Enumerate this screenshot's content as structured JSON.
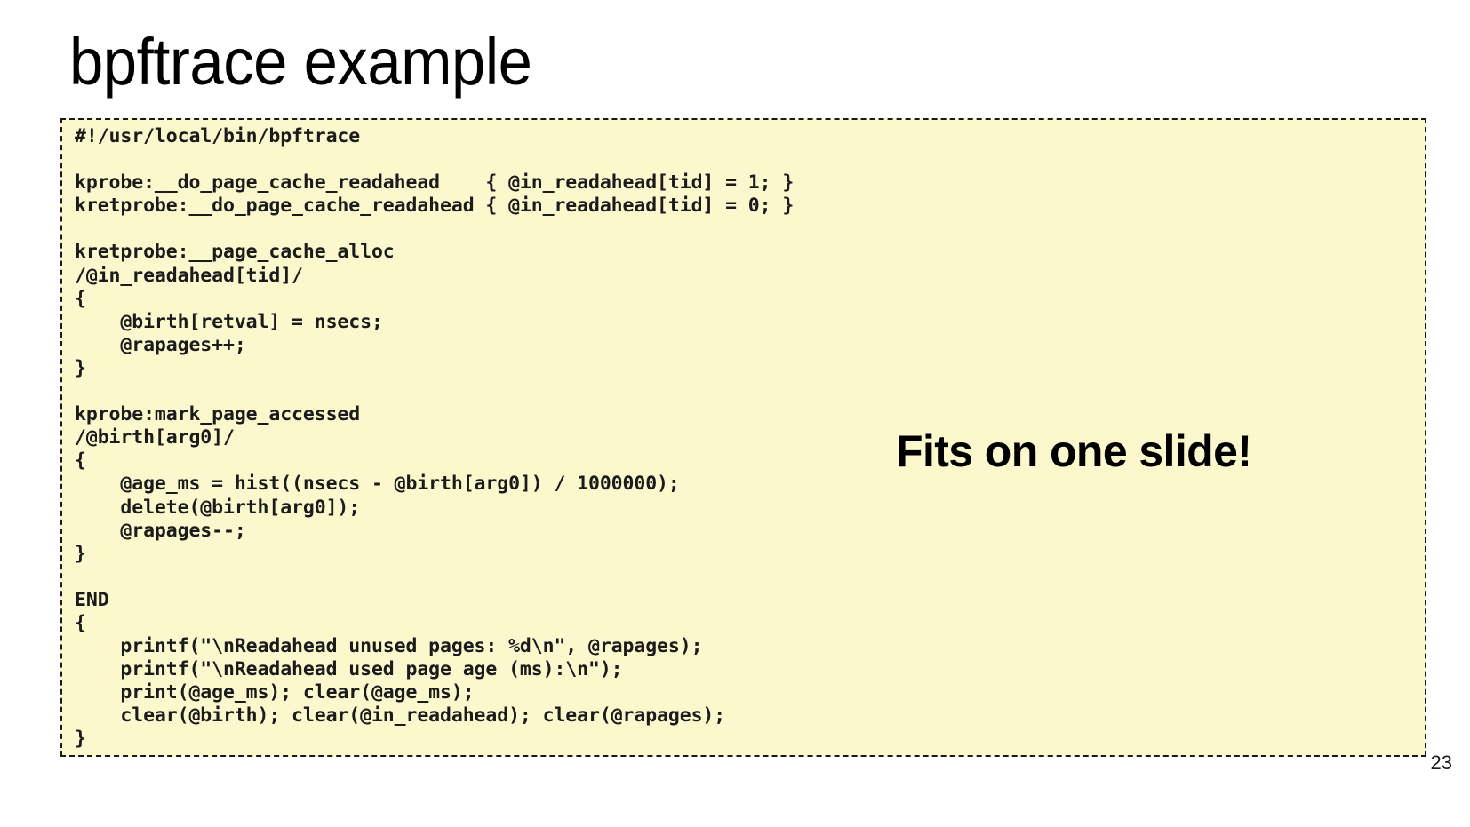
{
  "slide": {
    "title": "bpftrace example",
    "page_number": "23",
    "background_color": "#ffffff"
  },
  "code_block": {
    "background_color": "#fcf8cd",
    "border_color": "#1a1a1a",
    "text_color": "#1b1b1b",
    "language": "bpftrace",
    "lines": [
      "#!/usr/local/bin/bpftrace",
      "",
      "kprobe:__do_page_cache_readahead    { @in_readahead[tid] = 1; }",
      "kretprobe:__do_page_cache_readahead { @in_readahead[tid] = 0; }",
      "",
      "kretprobe:__page_cache_alloc",
      "/@in_readahead[tid]/",
      "{",
      "    @birth[retval] = nsecs;",
      "    @rapages++;",
      "}",
      "",
      "kprobe:mark_page_accessed",
      "/@birth[arg0]/",
      "{",
      "    @age_ms = hist((nsecs - @birth[arg0]) / 1000000);",
      "    delete(@birth[arg0]);",
      "    @rapages--;",
      "}",
      "",
      "END",
      "{",
      "    printf(\"\\nReadahead unused pages: %d\\n\", @rapages);",
      "    printf(\"\\nReadahead used page age (ms):\\n\");",
      "    print(@age_ms); clear(@age_ms);",
      "    clear(@birth); clear(@in_readahead); clear(@rapages);",
      "}"
    ],
    "text": "#!/usr/local/bin/bpftrace\n\nkprobe:__do_page_cache_readahead    { @in_readahead[tid] = 1; }\nkretprobe:__do_page_cache_readahead { @in_readahead[tid] = 0; }\n\nkretprobe:__page_cache_alloc\n/@in_readahead[tid]/\n{\n    @birth[retval] = nsecs;\n    @rapages++;\n}\n\nkprobe:mark_page_accessed\n/@birth[arg0]/\n{\n    @age_ms = hist((nsecs - @birth[arg0]) / 1000000);\n    delete(@birth[arg0]);\n    @rapages--;\n}\n\nEND\n{\n    printf(\"\\nReadahead unused pages: %d\\n\", @rapages);\n    printf(\"\\nReadahead used page age (ms):\\n\");\n    print(@age_ms); clear(@age_ms);\n    clear(@birth); clear(@in_readahead); clear(@rapages);\n}"
  },
  "callout": {
    "text": "Fits on one slide!"
  }
}
